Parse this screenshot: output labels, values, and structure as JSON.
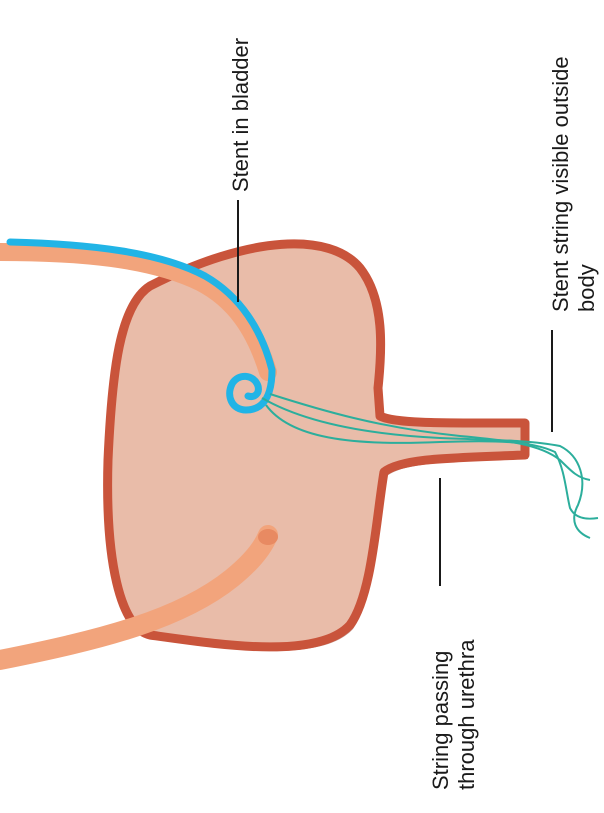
{
  "diagram": {
    "labels": {
      "stent_in_bladder": "Stent in bladder",
      "stent_string_outside_line1": "Stent string visible outside",
      "stent_string_outside_line2": "body",
      "string_urethra_line1": "String passing",
      "string_urethra_line2": "through urethra"
    },
    "colors": {
      "background": "#ffffff",
      "bladder_fill": "#e9bca9",
      "bladder_wall": "#c9543b",
      "bladder_wall_shadow": "#8f3a28",
      "ureter": "#f2a47c",
      "stent": "#21b4e6",
      "string": "#2cae9c",
      "leader_line": "#1a1a1a"
    }
  }
}
